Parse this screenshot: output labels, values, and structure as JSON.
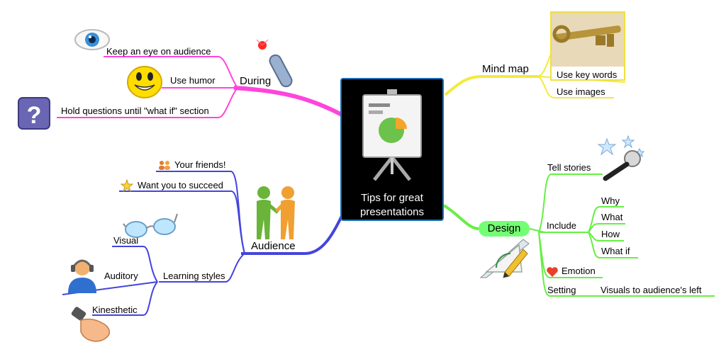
{
  "center": {
    "title_line1": "Tips for great",
    "title_line2": "presentations"
  },
  "branches": {
    "during": {
      "label": "During",
      "items": [
        "Keep an eye on audience",
        "Use humor",
        "Hold questions until \"what if\" section"
      ]
    },
    "audience": {
      "label": "Audience",
      "items": [
        "Your friends!",
        "Want you to succeed"
      ],
      "learning": {
        "label": "Learning styles",
        "styles": [
          "Visual",
          "Auditory",
          "Kinesthetic"
        ]
      }
    },
    "mindmap": {
      "label": "Mind map",
      "items": [
        "Use key words",
        "Use images"
      ]
    },
    "design": {
      "label": "Design",
      "tell_stories": "Tell stories",
      "include": {
        "label": "Include",
        "items": [
          "Why",
          "What",
          "How",
          "What if"
        ]
      },
      "emotion": "Emotion",
      "setting": {
        "label": "Setting",
        "detail": "Visuals to audience's left"
      }
    }
  },
  "colors": {
    "during": "#ff44dd",
    "audience": "#4444dd",
    "mindmap": "#f4ea3c",
    "design": "#66ee44",
    "center_border": "#1d6fb6"
  }
}
